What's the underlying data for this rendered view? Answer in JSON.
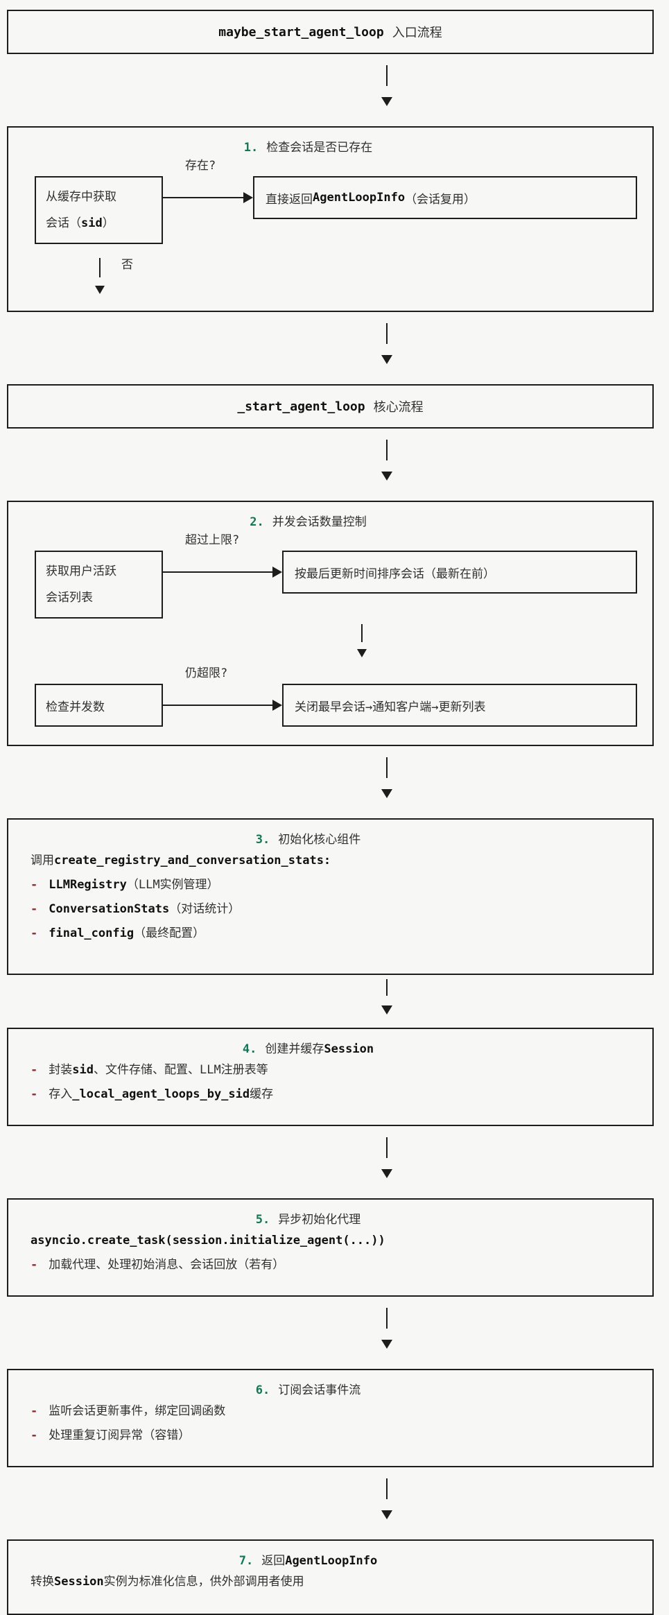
{
  "ui": {
    "dash": "-"
  },
  "colors": {
    "background": "#f7f7f5",
    "line": "#1d1d1d",
    "step_number_green": "#107a58",
    "dash_red": "#97282e"
  },
  "entry_box": {
    "code": "maybe_start_agent_loop",
    "label": "入口流程"
  },
  "core_box": {
    "code": "_start_agent_loop",
    "label": "核心流程"
  },
  "step1": {
    "num": "1.",
    "title": "检查会话是否已存在",
    "branch_label": "存在?",
    "left_line1": "从缓存中获取",
    "left_line2_pre": "会话（",
    "left_line2_code": "sid",
    "left_line2_post": "）",
    "right_pre": "直接返回",
    "right_code": "AgentLoopInfo",
    "right_post": "（会话复用）",
    "no_label": "否"
  },
  "step2": {
    "num": "2.",
    "title": "并发会话数量控制",
    "branch1_label": "超过上限?",
    "row1_left_line1": "获取用户活跃",
    "row1_left_line2": "会话列表",
    "row1_right_text": "按最后更新时间排序会话（最新在前）",
    "branch2_label": "仍超限?",
    "row2_left_line1": "检查并发数",
    "row2_right_text": "关闭最早会话→通知客户端→更新列表"
  },
  "step3": {
    "num": "3.",
    "title": "初始化核心组件",
    "intro_prefix": "调用",
    "intro_code": "create_registry_and_conversation_stats:",
    "bullets": [
      {
        "code": "LLMRegistry",
        "desc": "（LLM实例管理）"
      },
      {
        "code": "ConversationStats",
        "desc": "（对话统计）"
      },
      {
        "code": "final_config",
        "desc": "（最终配置）"
      }
    ]
  },
  "step4": {
    "num": "4.",
    "title_prefix": "创建并缓存",
    "title_code": "Session",
    "bullet1_pre": "封装",
    "bullet1_code": "sid",
    "bullet1_post": "、文件存储、配置、LLM注册表等",
    "bullet2_pre": "存入",
    "bullet2_code": "_local_agent_loops_by_sid",
    "bullet2_post": "缓存"
  },
  "step5": {
    "num": "5.",
    "title": "异步初始化代理",
    "code_line": "asyncio.create_task(session.initialize_agent(...))",
    "bullet1": "加载代理、处理初始消息、会话回放（若有）"
  },
  "step6": {
    "num": "6.",
    "title": "订阅会话事件流",
    "bullet1": "监听会话更新事件，绑定回调函数",
    "bullet2": "处理重复订阅异常（容错）"
  },
  "step7": {
    "num": "7.",
    "title_prefix": "返回",
    "title_code": "AgentLoopInfo",
    "body_pre": "转换",
    "body_code": "Session",
    "body_post": "实例为标准化信息，供外部调用者使用"
  }
}
